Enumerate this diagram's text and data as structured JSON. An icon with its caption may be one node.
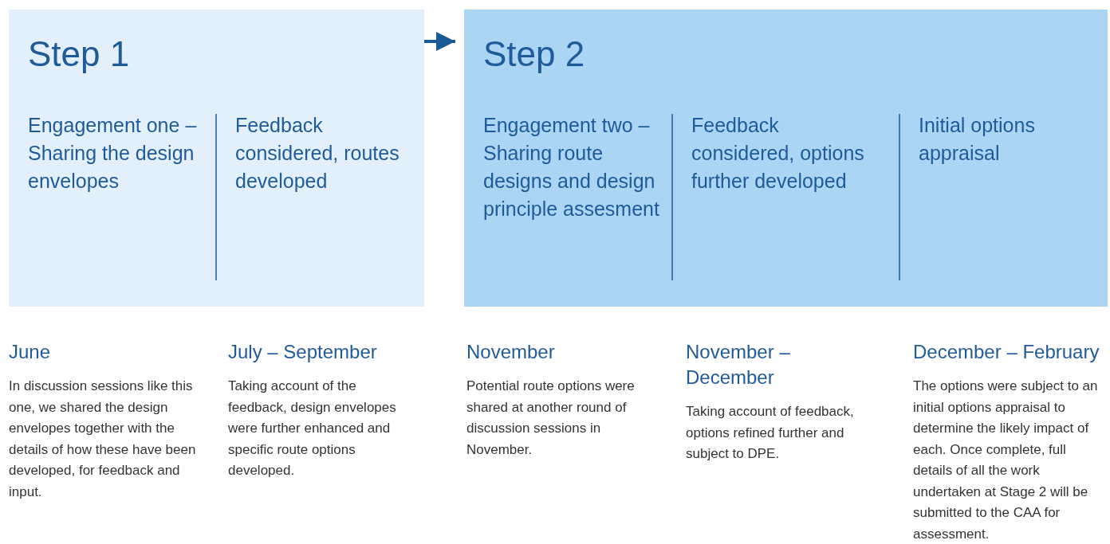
{
  "diagram": {
    "nodes": [
      {
        "text": [
          "Step 1"
        ]
      },
      {
        "text": [
          "Engagement one – Sharing the design envelopes"
        ],
        "in": 0
      },
      {
        "text": [
          "Feedback considered, routes developed"
        ],
        "in": 0
      },
      {
        "text": [
          "Step 2"
        ]
      },
      {
        "text": [
          "Engagement two – Sharing route designs and design principle assesment"
        ],
        "in": 3
      },
      {
        "text": [
          "Feedback considered, options further developed"
        ],
        "in": 3
      },
      {
        "text": [
          "Initial options appraisal"
        ],
        "in": 3
      }
    ],
    "edges": [
      {
        "from": 0,
        "to": 3,
        "arrow": "to"
      }
    ],
    "labels": [
      "June",
      "In discussion sessions like this one, we shared the design envelopes together with the details of how these have been developed, for feedback and input.",
      "July – September",
      "Taking account of the feedback, design envelopes were further enhanced and specific route options developed.",
      "November",
      "Potential route options were shared at another round of discussion sessions in November.",
      "November – December",
      "Taking account of feedback, options refined further and subject to DPE.",
      "December – February",
      "The options were subject to an initial options appraisal to determine the likely impact of each. Once complete, full details of all the work undertaken at Stage 2 will be submitted to the CAA for assessment."
    ]
  }
}
